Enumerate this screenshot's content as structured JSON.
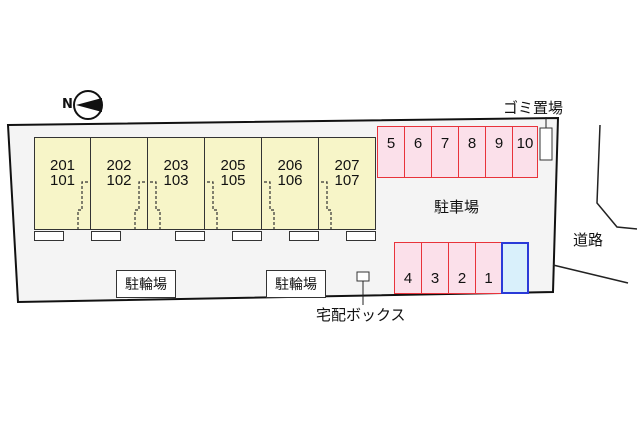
{
  "compass": {
    "label": "N",
    "icon": "north-arrow-icon"
  },
  "buildings": [
    {
      "upper": "201",
      "lower": "101"
    },
    {
      "upper": "202",
      "lower": "102"
    },
    {
      "upper": "203",
      "lower": "103"
    },
    {
      "upper": "205",
      "lower": "105"
    },
    {
      "upper": "206",
      "lower": "106"
    },
    {
      "upper": "207",
      "lower": "107"
    }
  ],
  "parking": {
    "label": "駐車場",
    "top_row": [
      "5",
      "6",
      "7",
      "8",
      "9",
      "10"
    ],
    "bottom_row": [
      "4",
      "3",
      "2",
      "1",
      ""
    ],
    "colors": {
      "space_fill": "#fbe0ea",
      "space_border": "#e8333b",
      "special_fill": "#d9f0fb",
      "special_border": "#2a3ad8"
    }
  },
  "labels": {
    "garbage": "ゴミ置場",
    "bike_parking_1": "駐輪場",
    "bike_parking_2": "駐輪場",
    "delivery_box": "宅配ボックス",
    "road": "道路"
  },
  "colors": {
    "lot_fill": "#f4f4f4",
    "building_fill": "#f7f5c8"
  }
}
